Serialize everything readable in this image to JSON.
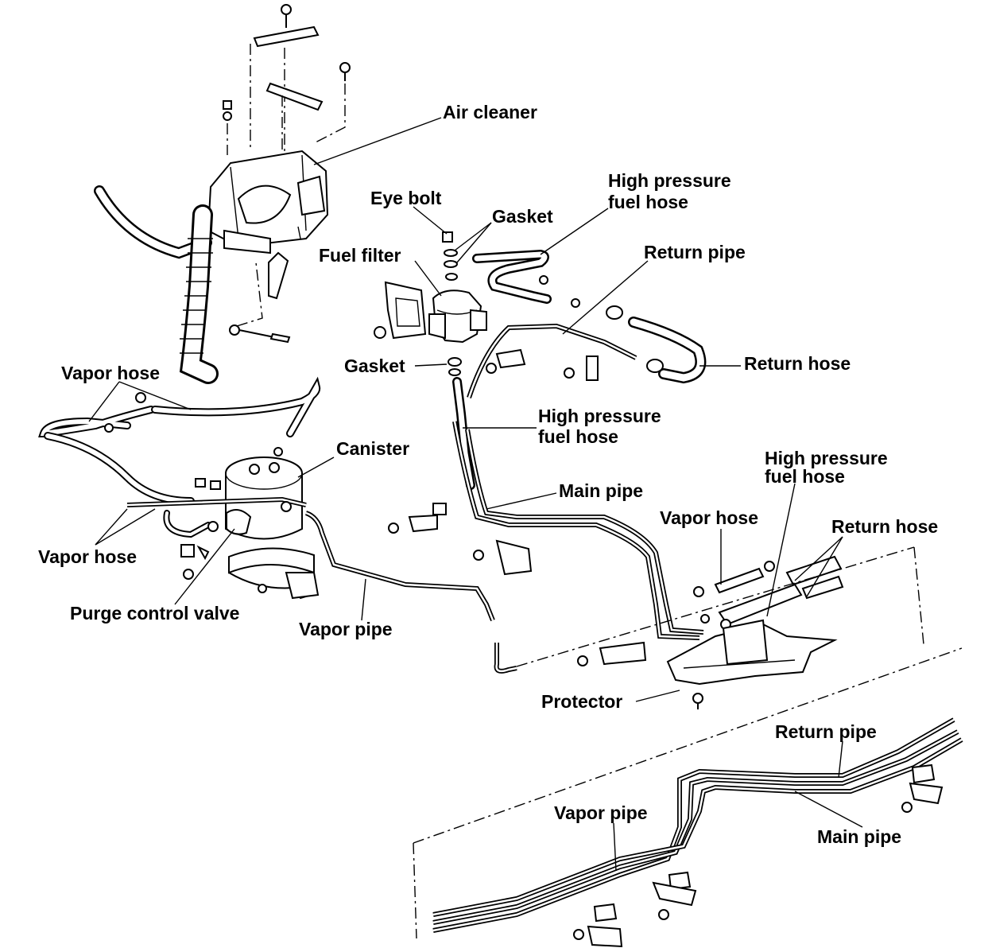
{
  "labels": {
    "air_cleaner": "Air cleaner",
    "eye_bolt": "Eye bolt",
    "gasket_top": "Gasket",
    "fuel_filter": "Fuel filter",
    "high_pressure_fuel_hose_top": [
      "High pressure",
      "fuel hose"
    ],
    "return_pipe_top": "Return pipe",
    "return_hose_top": "Return hose",
    "gasket_bottom": "Gasket",
    "high_pressure_fuel_hose_mid": [
      "High pressure",
      "fuel hose"
    ],
    "vapor_hose_left_top": "Vapor hose",
    "canister": "Canister",
    "main_pipe_mid": "Main pipe",
    "high_pressure_fuel_hose_right": [
      "High pressure",
      "fuel hose"
    ],
    "vapor_hose_right": "Vapor hose",
    "return_hose_right": "Return hose",
    "vapor_hose_left_bottom": "Vapor hose",
    "purge_control_valve": "Purge control valve",
    "vapor_pipe_mid": "Vapor pipe",
    "protector": "Protector",
    "return_pipe_bottom": "Return pipe",
    "vapor_pipe_bottom": "Vapor pipe",
    "main_pipe_bottom": "Main pipe"
  }
}
